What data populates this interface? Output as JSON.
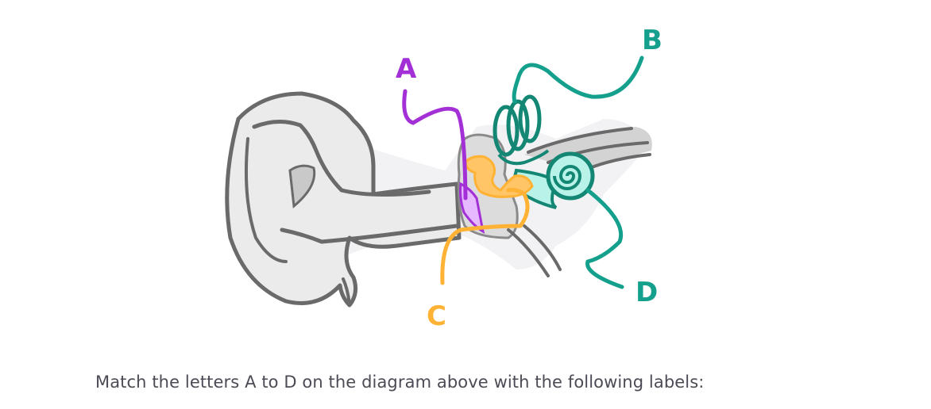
{
  "diagram": {
    "subject": "Human ear cross-section",
    "labels": [
      {
        "letter": "A",
        "color": "#a32fd6",
        "points_to": "eardrum"
      },
      {
        "letter": "B",
        "color": "#14a08c",
        "points_to": "semicircular canals"
      },
      {
        "letter": "C",
        "color": "#ffb234",
        "points_to": "ossicles"
      },
      {
        "letter": "D",
        "color": "#14a08c",
        "points_to": "cochlea"
      }
    ],
    "colors": {
      "outline": "#6a6a6a",
      "skin": "#e9e9e9",
      "skin_shadow": "#f2f2f4",
      "inner_ear_fill": "#b8f2e8",
      "inner_ear_outline": "#138774",
      "ossicle_fill": "#ffc566",
      "eardrum_fill": "#e6b8ff"
    }
  },
  "caption": "Match the letters A to D on the diagram above with the following labels:"
}
